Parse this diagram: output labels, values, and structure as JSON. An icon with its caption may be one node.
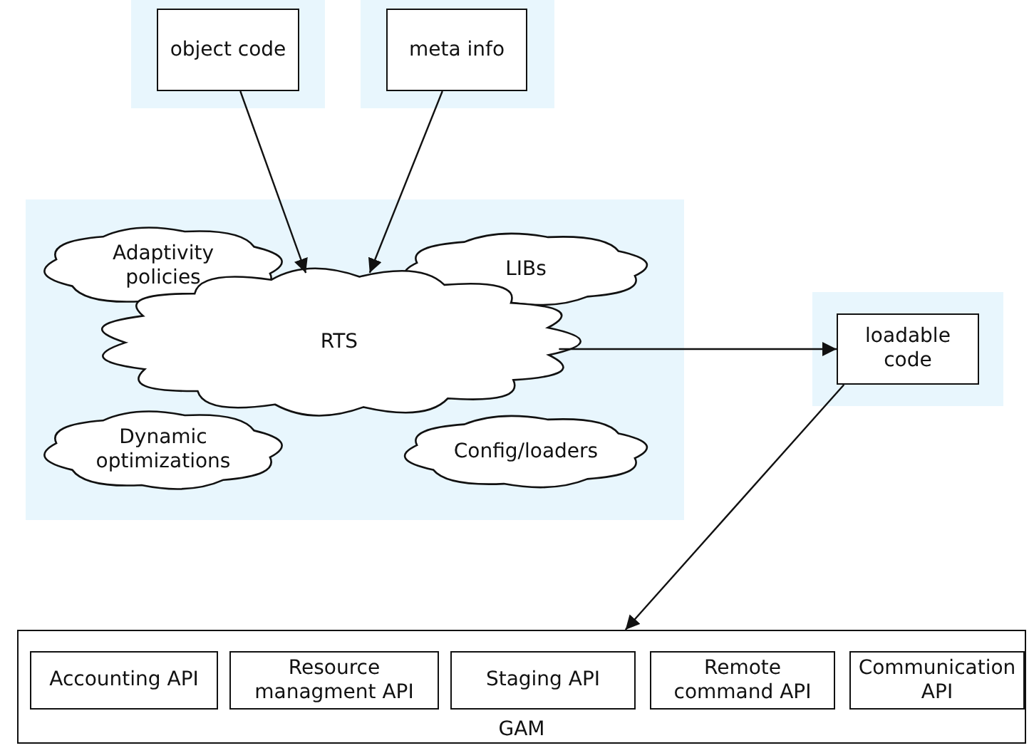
{
  "diagram": {
    "nodes": [
      {
        "text": [
          "object code"
        ]
      },
      {
        "text": [
          "meta info"
        ]
      },
      {
        "text": [
          "Adaptivity policies"
        ]
      },
      {
        "text": [
          "LIBs"
        ]
      },
      {
        "text": [
          "RTS"
        ]
      },
      {
        "text": [
          "Dynamic optimizations"
        ]
      },
      {
        "text": [
          "Config/loaders"
        ]
      },
      {
        "text": [
          "loadable code"
        ]
      },
      {
        "text": [
          "GAM"
        ]
      },
      {
        "text": [
          "Accounting API"
        ],
        "in": 8
      },
      {
        "text": [
          "Resource managment API"
        ],
        "in": 8
      },
      {
        "text": [
          "Staging API"
        ],
        "in": 8
      },
      {
        "text": [
          "Remote command API"
        ],
        "in": 8
      },
      {
        "text": [
          "Communication API"
        ],
        "in": 8
      }
    ],
    "edges": [
      {
        "from": 0,
        "to": 4,
        "arrow": "to"
      },
      {
        "from": 1,
        "to": 4,
        "arrow": "to"
      },
      {
        "from": 4,
        "to": 7,
        "arrow": "to"
      },
      {
        "from": 7,
        "to": 8,
        "arrow": "to"
      }
    ]
  }
}
